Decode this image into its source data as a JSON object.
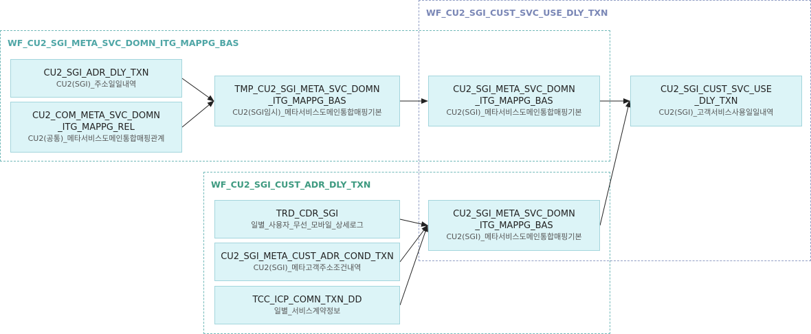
{
  "groups": {
    "cust_svc": {
      "title": "WF_CU2_SGI_CUST_SVC_USE_DLY_TXN"
    },
    "meta_svc": {
      "title": "WF_CU2_SGI_META_SVC_DOMN_ITG_MAPPG_BAS"
    },
    "cust_adr": {
      "title": "WF_CU2_SGI_CUST_ADR_DLY_TXN"
    }
  },
  "nodes": {
    "adr_dly": {
      "name": "CU2_SGI_ADR_DLY_TXN",
      "desc": "CU2(SGI)_주소일일내역"
    },
    "com_meta": {
      "name": "CU2_COM_META_SVC_DOMN\n_ITG_MAPPG_REL",
      "desc": "CU2(공통)_메타서비스도메인통합매핑관계"
    },
    "tmp_meta": {
      "name": "TMP_CU2_SGI_META_SVC_DOMN\n_ITG_MAPPG_BAS",
      "desc": "CU2(SGI임시)_메타서비스도메인통합매핑기본"
    },
    "meta_bas_1": {
      "name": "CU2_SGI_META_SVC_DOMN\n_ITG_MAPPG_BAS",
      "desc": "CU2(SGI)_메타서비스도메인통합매핑기본"
    },
    "cust_svc_use": {
      "name": "CU2_SGI_CUST_SVC_USE\n_DLY_TXN",
      "desc": "CU2(SGI)_고객서비스사용일일내역"
    },
    "trd_cdr": {
      "name": "TRD_CDR_SGI",
      "desc": "일별_사용자_무선_모바일_상세로그"
    },
    "meta_cust_adr": {
      "name": "CU2_SGI_META_CUST_ADR_COND_TXN",
      "desc": "CU2(SGI)_메타고객주소조건내역"
    },
    "tcc_icp": {
      "name": "TCC_ICP_COMN_TXN_DD",
      "desc": "일별_서비스계약정보"
    },
    "meta_bas_2": {
      "name": "CU2_SGI_META_SVC_DOMN\n_ITG_MAPPG_BAS",
      "desc": "CU2(SGI)_메타서비스도메인통합매핑기본"
    }
  },
  "edges": [
    [
      "adr_dly",
      "tmp_meta"
    ],
    [
      "com_meta",
      "tmp_meta"
    ],
    [
      "tmp_meta",
      "meta_bas_1"
    ],
    [
      "meta_bas_1",
      "cust_svc_use"
    ],
    [
      "trd_cdr",
      "meta_bas_2"
    ],
    [
      "meta_cust_adr",
      "meta_bas_2"
    ],
    [
      "tcc_icp",
      "meta_bas_2"
    ],
    [
      "meta_bas_2",
      "cust_svc_use"
    ]
  ],
  "colors": {
    "node_fill": "#dcf4f7",
    "node_border": "#a3d5dc",
    "group_teal": "#6fb8b8",
    "group_blue": "#8f9cc4",
    "edge": "#222222"
  }
}
